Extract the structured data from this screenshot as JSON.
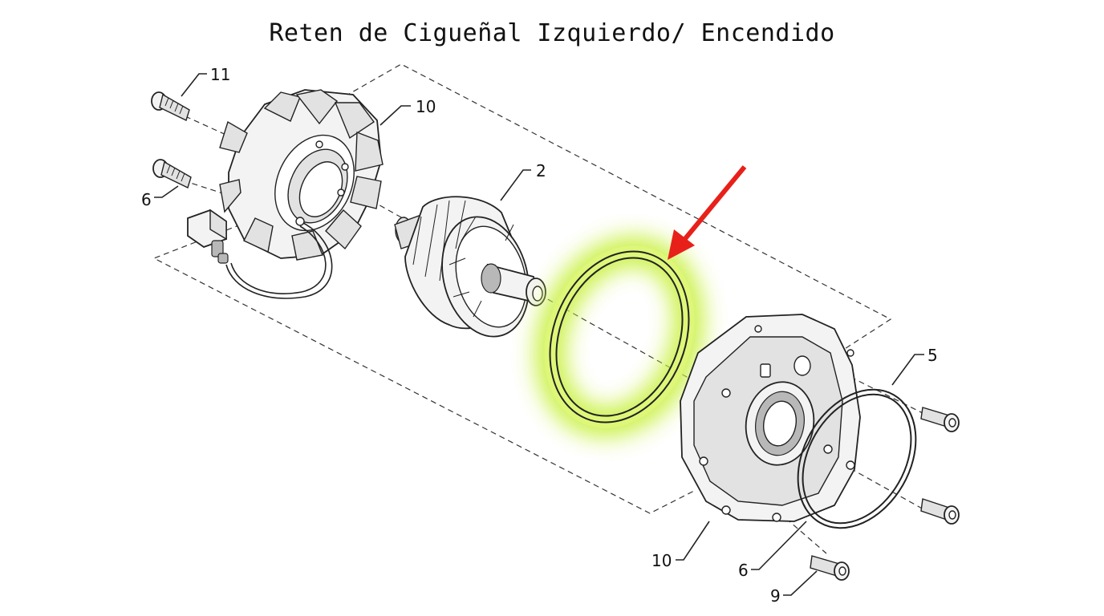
{
  "title": "Reten de Cigueñal Izquierdo/ Encendido",
  "callouts": [
    {
      "id": "c11",
      "label": "11"
    },
    {
      "id": "c10a",
      "label": "10"
    },
    {
      "id": "c6a",
      "label": "6"
    },
    {
      "id": "c2",
      "label": "2"
    },
    {
      "id": "c5",
      "label": "5"
    },
    {
      "id": "c10b",
      "label": "10"
    },
    {
      "id": "c6b",
      "label": "6"
    },
    {
      "id": "c9",
      "label": "9"
    }
  ],
  "colors": {
    "highlight_glow": "#c8f03c",
    "arrow": "#e8201a",
    "line": "#222222"
  },
  "highlighted_part": "crankshaft-seal-ring"
}
